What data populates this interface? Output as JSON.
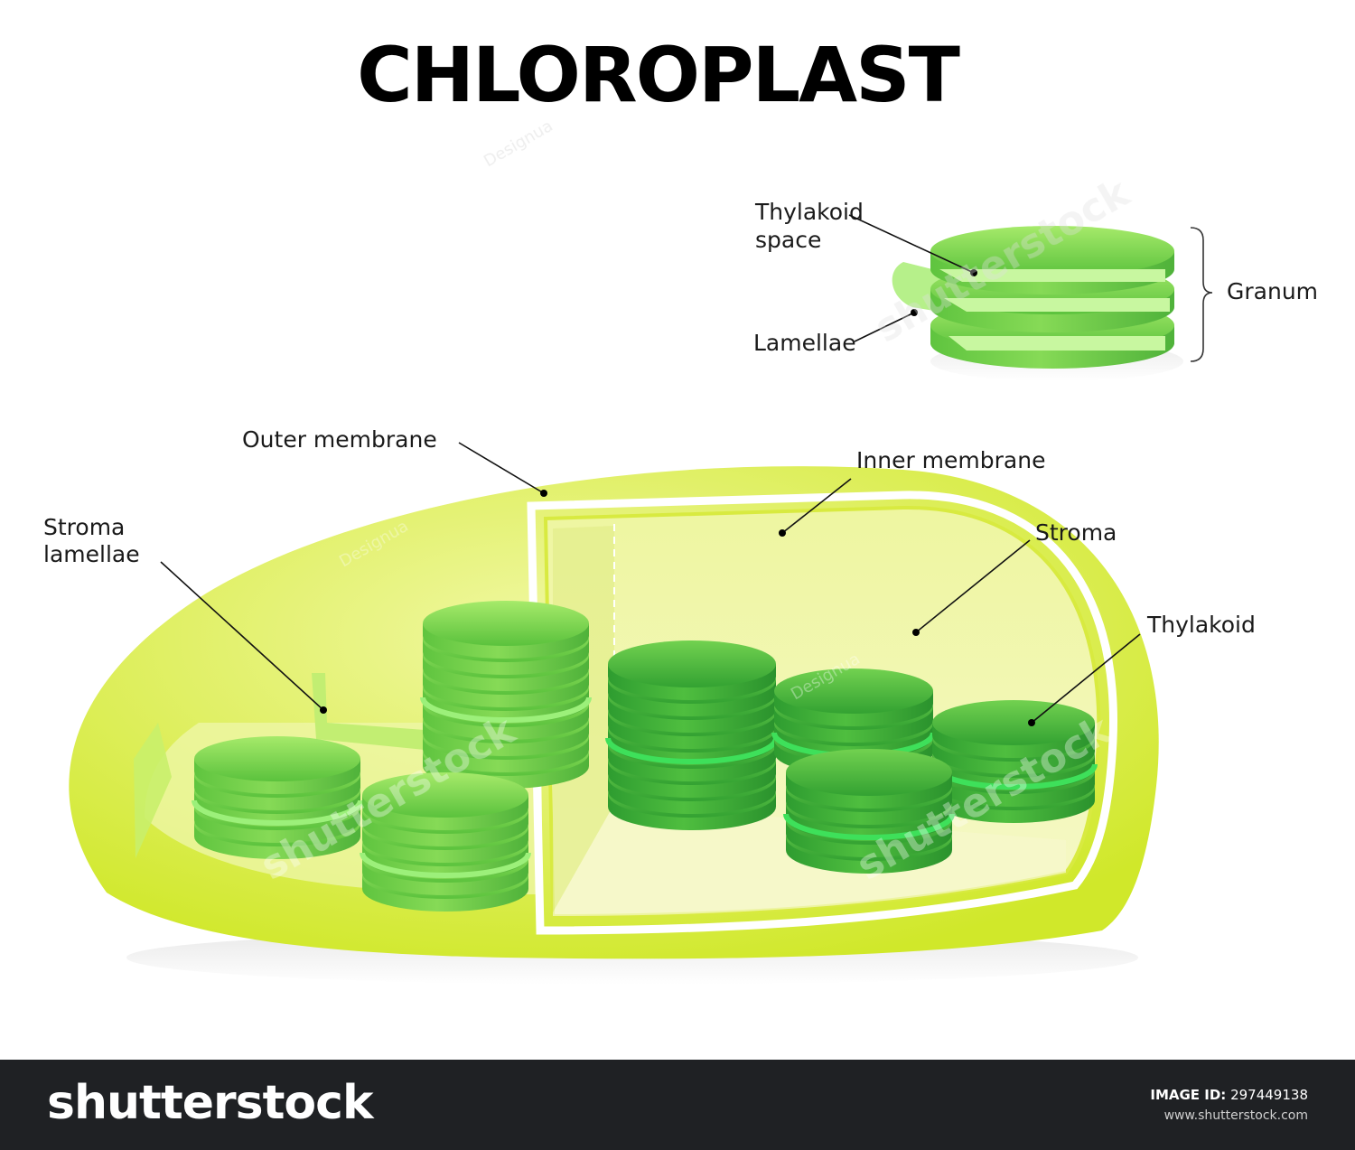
{
  "title": "CHLOROPLAST",
  "labels": {
    "thylakoid_space_1": "Thylakoid",
    "thylakoid_space_2": "space",
    "lamellae": "Lamellae",
    "granum": "Granum",
    "outer_membrane": "Outer membrane",
    "inner_membrane": "Inner membrane",
    "stroma_lamellae_1": "Stroma",
    "stroma_lamellae_2": "lamellae",
    "stroma": "Stroma",
    "thylakoid": "Thylakoid"
  },
  "watermarks": {
    "contributor": "Designua",
    "stock": "shutterstock"
  },
  "footer": {
    "brand": "shutterstock",
    "image_id_label": "IMAGE ID:",
    "image_id": "297449138",
    "site": "www.shutterstock.com"
  },
  "colors": {
    "outer_membrane": "#d6ec2a",
    "stroma": "#f3f7b2",
    "granum_light": "#8ee24e",
    "granum_dark": "#37a833",
    "stroma_lamella": "#9cf07a",
    "footer_bg": "#1f2124"
  }
}
